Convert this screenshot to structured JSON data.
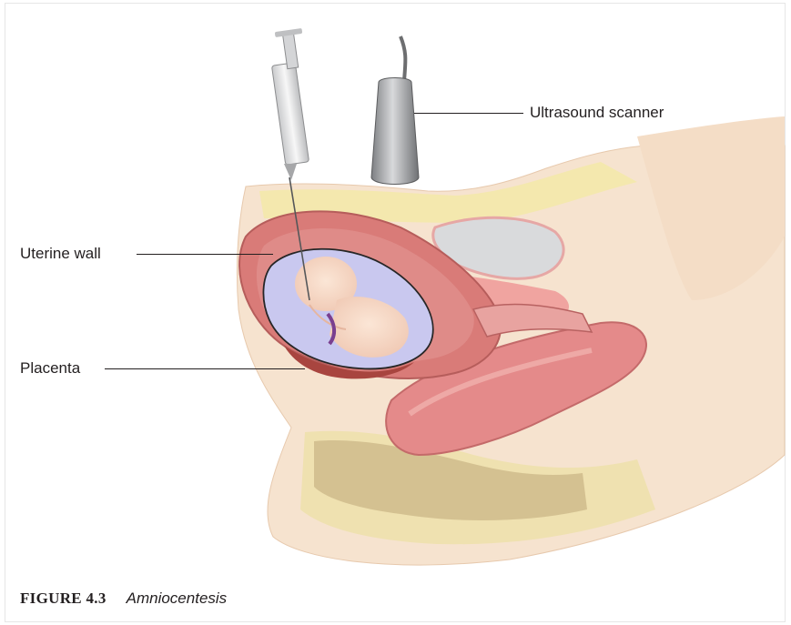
{
  "labels": {
    "ultrasound": "Ultrasound scanner",
    "uterine_wall": "Uterine wall",
    "placenta": "Placenta"
  },
  "caption": {
    "label": "FIGURE 4.3",
    "title": "Amniocentesis"
  },
  "colors": {
    "uterine_muscle": "#d97b78",
    "amniotic_fluid": "#c9c8ef",
    "skin": "#f6e2cc",
    "fat": "#f4e9a6",
    "placenta": "#a8453f",
    "probe": "#9fa1a3"
  }
}
